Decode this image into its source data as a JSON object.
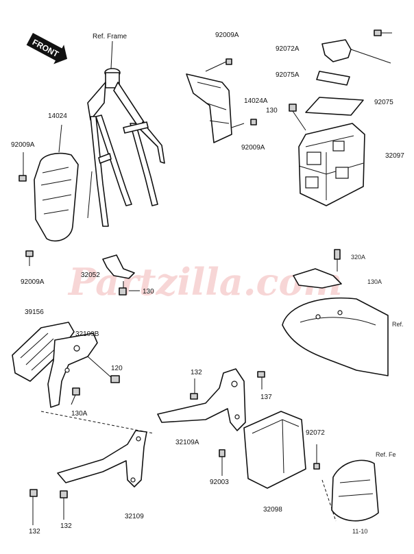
{
  "front_badge": "FRONT",
  "labels": {
    "ref_frame": "Ref. Frame",
    "p92009A_top": "92009A",
    "p14024A": "14024A",
    "p92009A_mid": "92009A",
    "p92072A": "92072A",
    "p92075A": "92075A",
    "p92075": "92075",
    "p130_top": "130",
    "p32097": "32097",
    "p14024": "14024",
    "p92009A_left": "92009A",
    "p92009A_lower": "92009A",
    "p32052": "32052",
    "p130_mid": "130",
    "p39156": "39156",
    "p32109B": "32109B",
    "p120": "120",
    "p130A": "130A",
    "p132_a": "132",
    "p137": "137",
    "p32109A": "32109A",
    "p92003": "92003",
    "p92072": "92072",
    "p32098": "32098",
    "p132_b": "132",
    "p132_c": "132",
    "p32109": "32109",
    "p320A": "320A",
    "p130A_r": "130A",
    "p_ref_r": "Ref.",
    "p_ref_fender": "Ref. Fe",
    "p_bottom_r": "11-10"
  }
}
